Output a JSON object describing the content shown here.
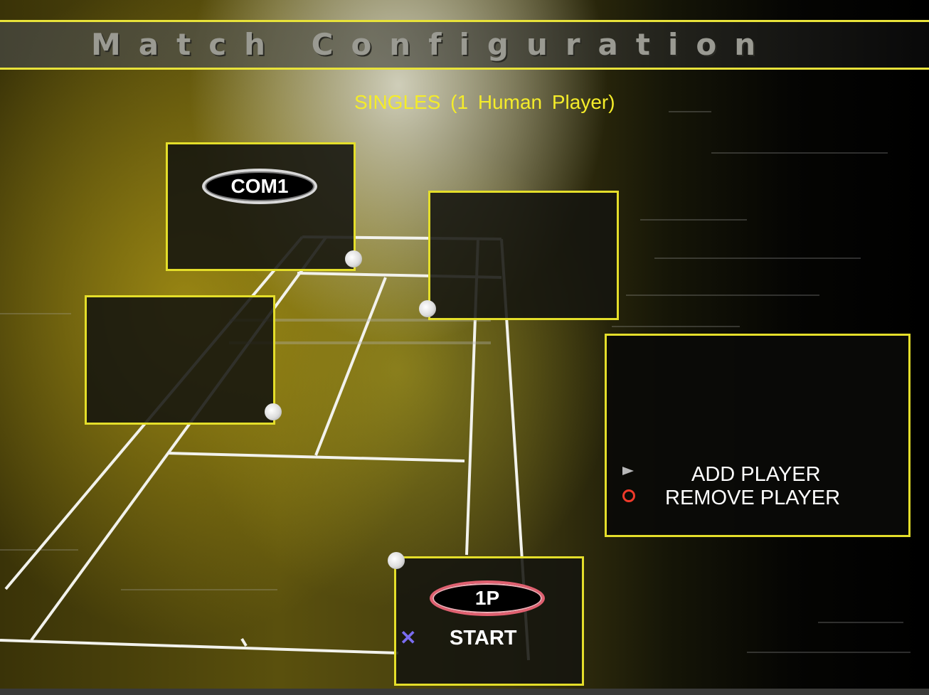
{
  "header": {
    "title": "Match Configuration"
  },
  "mode": {
    "label": "SINGLES (1 Human Player)"
  },
  "slots": {
    "top_left": {
      "player": "COM1"
    },
    "bottom": {
      "player": "1P",
      "action_label": "START",
      "action_icon": "cross-button-icon"
    }
  },
  "help": {
    "add_label": "ADD PLAYER",
    "add_icon": "triangle-button-icon",
    "remove_label": "REMOVE PLAYER",
    "remove_icon": "circle-button-icon"
  },
  "colors": {
    "accent": "#e4de2a",
    "mode_text": "#f4ec2a",
    "com_ring": "#d8d8d8",
    "p1_ring": "#e06070",
    "cross_icon": "#7a6cf0",
    "circle_icon": "#f03a2a"
  }
}
